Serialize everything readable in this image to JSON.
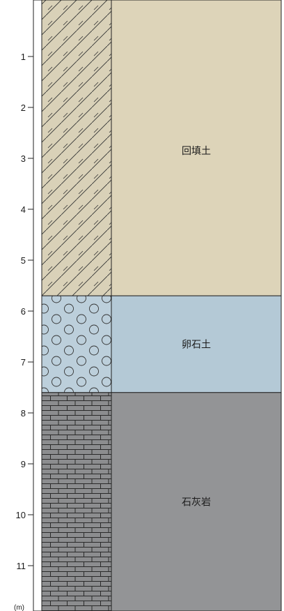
{
  "depth_unit": "(m)",
  "depth_ticks": [
    {
      "depth": 1,
      "label": "1"
    },
    {
      "depth": 2,
      "label": "2"
    },
    {
      "depth": 3,
      "label": "3"
    },
    {
      "depth": 4,
      "label": "4"
    },
    {
      "depth": 5,
      "label": "5"
    },
    {
      "depth": 6,
      "label": "6"
    },
    {
      "depth": 7,
      "label": "7"
    },
    {
      "depth": 8,
      "label": "8"
    },
    {
      "depth": 9,
      "label": "9"
    },
    {
      "depth": 10,
      "label": "10"
    },
    {
      "depth": 11,
      "label": "11"
    }
  ],
  "layers": [
    {
      "name": "回填土",
      "top": 0,
      "bottom": 5.7,
      "pattern": "fill-hatch",
      "column_color": "#d9d1b8",
      "panel_color": "#ddd4b9"
    },
    {
      "name": "卵石土",
      "top": 5.7,
      "bottom": 7.6,
      "pattern": "pebble",
      "column_color": "#bccfdb",
      "panel_color": "#b4c9d6"
    },
    {
      "name": "石灰岩",
      "top": 7.6,
      "bottom": 12.2,
      "pattern": "limestone-brick",
      "column_color": "#8c8d8f",
      "panel_color": "#939496"
    }
  ]
}
